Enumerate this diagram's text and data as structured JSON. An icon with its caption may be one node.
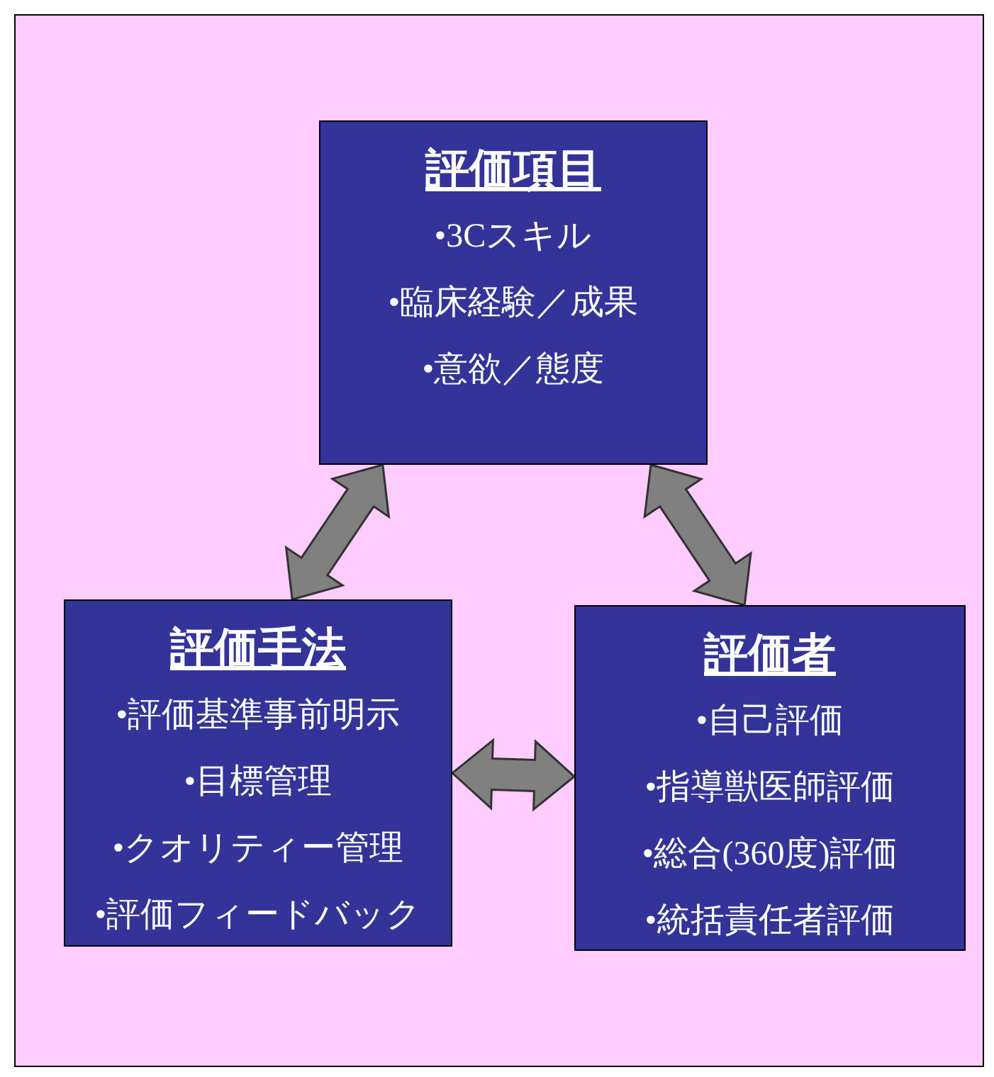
{
  "diagram": {
    "nodes": [
      {
        "text": [
          "評価項目",
          "•3Cスキル",
          "•臨床経験／成果",
          "•意欲／態度"
        ]
      },
      {
        "text": [
          "評価手法",
          "•評価基準事前明示",
          "•目標管理",
          "•クオリティー管理",
          "•評価フィードバック"
        ]
      },
      {
        "text": [
          "評価者",
          "•自己評価",
          "•指導獣医師評価",
          "•総合(360度)評価",
          "•統括責任者評価"
        ]
      }
    ],
    "edges": [
      {
        "from": 0,
        "to": 1,
        "arrow": "both",
        "style": "thick"
      },
      {
        "from": 0,
        "to": 2,
        "arrow": "both",
        "style": "thick"
      },
      {
        "from": 1,
        "to": 2,
        "arrow": "both",
        "style": "thick"
      }
    ]
  }
}
